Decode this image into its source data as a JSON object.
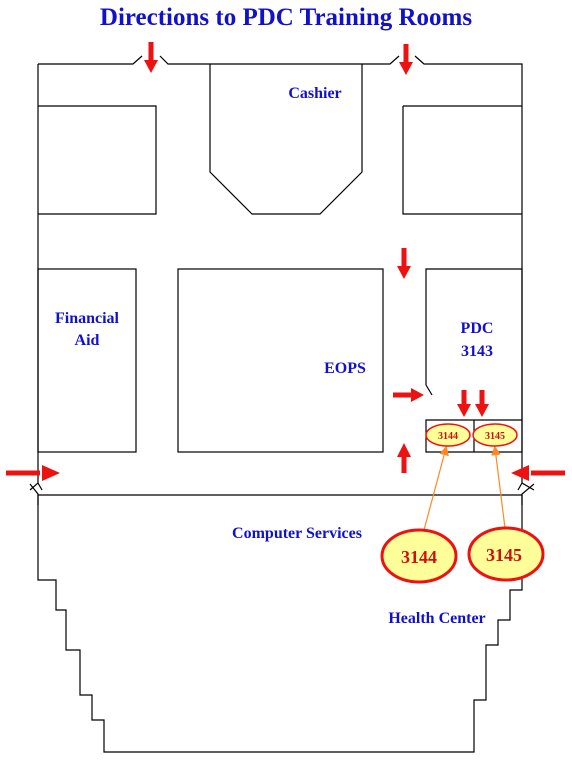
{
  "title": "Directions to PDC Training Rooms",
  "labels": {
    "cashier": "Cashier",
    "financial_aid_line1": "Financial",
    "financial_aid_line2": "Aid",
    "eops": "EOPS",
    "pdc_line1": "PDC",
    "pdc_line2": "3143",
    "computer_services": "Computer Services",
    "health_center": "Health Center"
  },
  "rooms": {
    "room_3144_small": "3144",
    "room_3145_small": "3145",
    "room_3144_callout": "3144",
    "room_3145_callout": "3145"
  },
  "colors": {
    "title": "#1111cc",
    "label": "#1111cc",
    "arrow": "#ee1111",
    "room_fill": "#ffff99",
    "room_stroke": "#ee1111",
    "room_text": "#cc1111",
    "pointer": "#ff8822",
    "wall": "#000000"
  }
}
